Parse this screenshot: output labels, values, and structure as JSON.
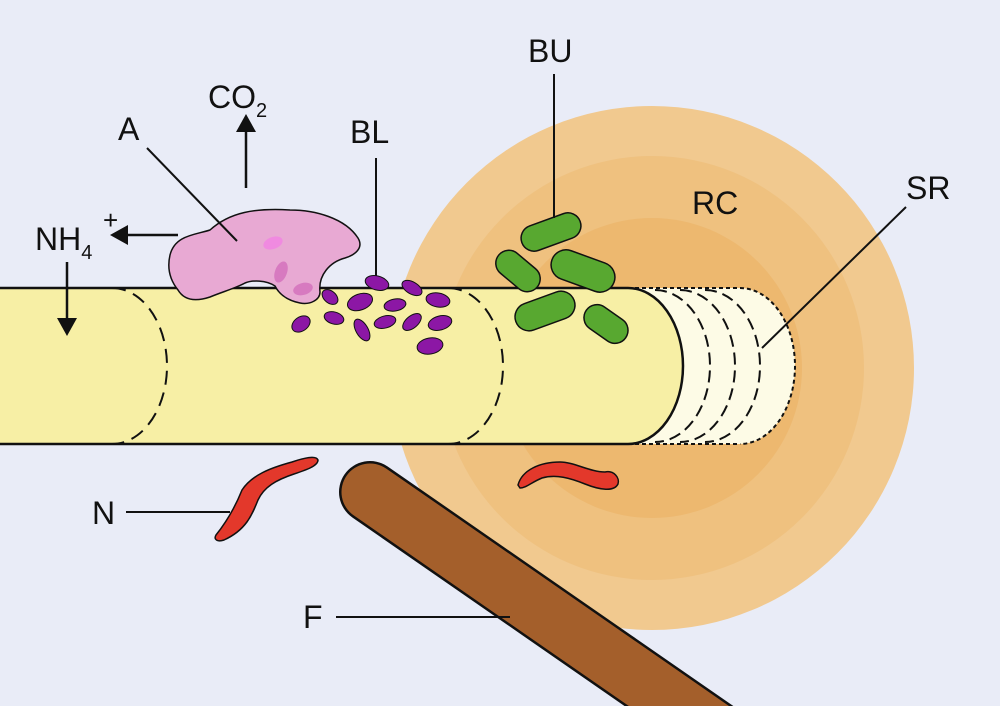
{
  "labels": {
    "A": "A",
    "CO2_main": "CO",
    "CO2_sub": "2",
    "NH4_main": "NH",
    "NH4_sub": "4",
    "NH4_sup": "+",
    "BL": "BL",
    "BU": "BU",
    "RC": "RC",
    "SR": "SR",
    "N": "N",
    "F": "F"
  },
  "colors": {
    "background": "#e9ecf7",
    "root": "#f7efa5",
    "root_cap": "#fdfbe6",
    "rhizosphere_outer": "#f1c98f",
    "rhizosphere_mid": "#edba72",
    "rhizosphere_inner": "#ebb05f",
    "amoeba": "#e8a9d3",
    "bacteria_purple": "#8c17a5",
    "bacteria_green": "#58a830",
    "nematode": "#e3382b",
    "fungal_hypha": "#a45f2b"
  }
}
